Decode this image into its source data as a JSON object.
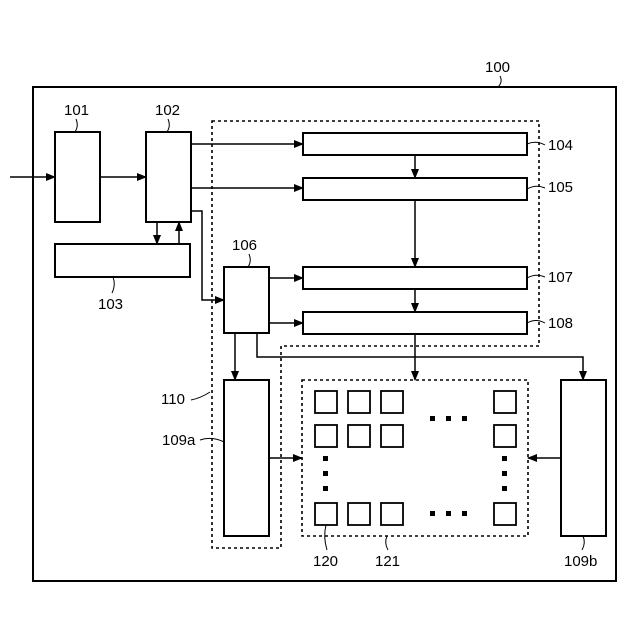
{
  "labels": {
    "device": "100",
    "block_101": "101",
    "block_102": "102",
    "block_103": "103",
    "block_104": "104",
    "block_105": "105",
    "block_106": "106",
    "block_107": "107",
    "block_108": "108",
    "region_110": "110",
    "block_109a": "109a",
    "block_109b": "109b",
    "cell_120": "120",
    "array_121": "121"
  }
}
